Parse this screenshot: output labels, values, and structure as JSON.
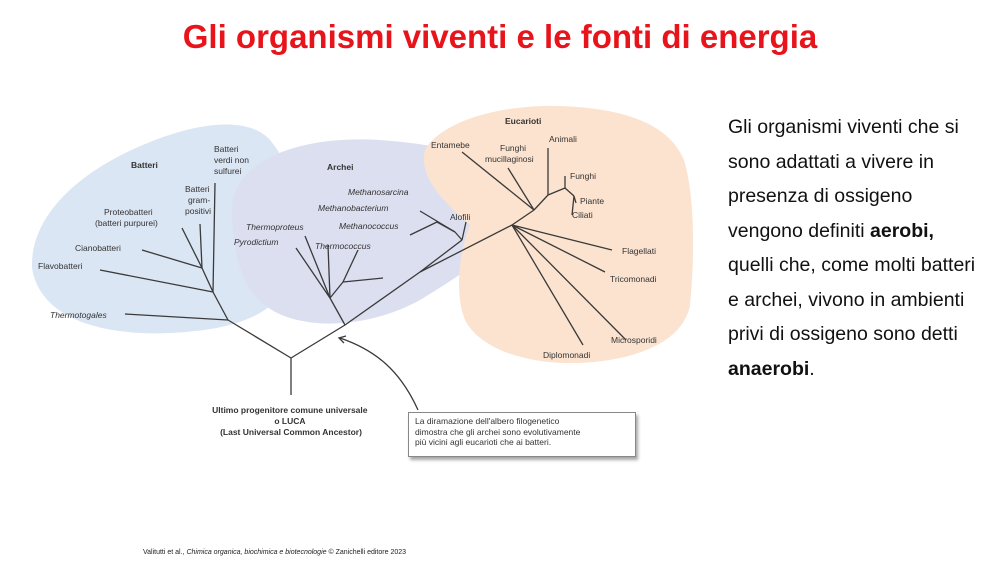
{
  "title": "Gli organismi viventi e le fonti di energia",
  "body_text": {
    "part1": "Gli organismi viventi che si sono adattati a vivere in presenza di ossigeno vengono definiti ",
    "bold1": "aerobi,",
    "part2": " quelli che, come molti batteri e archei, vivono in ambienti privi di ossigeno sono detti ",
    "bold2": "anaerobi",
    "part3": "."
  },
  "citation": {
    "authors": "Valitutti et al., ",
    "book": "Chimica organica, biochimica e biotecnologie",
    "publisher": " © Zanichelli editore 2023"
  },
  "diagram": {
    "domains": {
      "bacteria": "Batteri",
      "archaea": "Archei",
      "eukarya": "Eucarioti"
    },
    "colors": {
      "bacteria_bg": "#dbe6f4",
      "archaea_bg": "#dcdff0",
      "eukarya_bg": "#fbe3d0",
      "branch": "#3a3a3a"
    },
    "bacteria_labels": {
      "green_nonsulfur": [
        "Batteri",
        "verdi non",
        "sulfurei"
      ],
      "gram_positive": [
        "Batteri",
        "gram-",
        "positivi"
      ],
      "proteobacteria": [
        "Proteobatteri",
        "(batteri purpurei)"
      ],
      "cyanobacteria": "Cianobatteri",
      "flavobacteria": "Flavobatteri",
      "thermotogales": "Thermotogales"
    },
    "archaea_labels": {
      "methanosarcina": "Methanosarcina",
      "methanobacterium": "Methanobacterium",
      "methanococcus": "Methanococcus",
      "halophiles": "Alofili",
      "thermoproteus": "Thermoproteus",
      "pyrodictium": "Pyrodictium",
      "thermococcus": "Thermococcus"
    },
    "eukarya_labels": {
      "entamoebae": "Entamebe",
      "slime_molds": [
        "Funghi",
        "mucillaginosi"
      ],
      "animals": "Animali",
      "fungi": "Funghi",
      "plants": "Piante",
      "ciliates": "Ciliati",
      "flagellates": "Flagellati",
      "trichomonads": "Tricomonadi",
      "microsporidia": "Microsporidi",
      "diplomonads": "Diplomonadi"
    },
    "luca": [
      "Ultimo progenitore comune universale",
      "o LUCA",
      "(Last Universal Common Ancestor)"
    ],
    "note": [
      "La diramazione dell'albero filogenetico",
      "dimostra che gli archei sono evolutivamente",
      "più vicini agli eucarioti che ai batteri."
    ]
  }
}
